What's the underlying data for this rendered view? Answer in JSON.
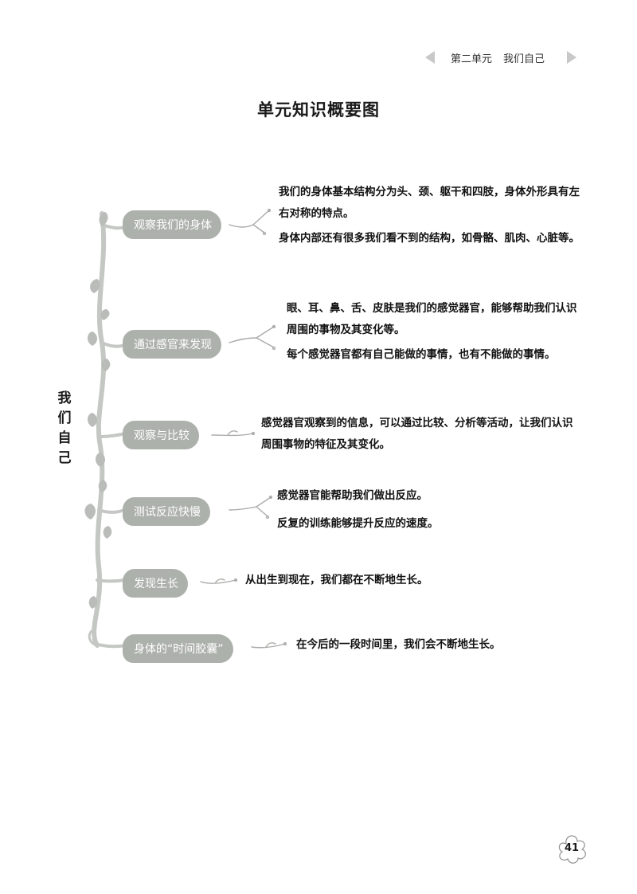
{
  "header": {
    "unit": "第二单元",
    "title": "我们自己"
  },
  "page_title": "单元知识概要图",
  "root": {
    "chars": [
      "我",
      "们",
      "自",
      "己"
    ]
  },
  "nodes": [
    {
      "label": "观察我们的身体",
      "details": [
        "我们的身体基本结构分为头、颈、躯干和四肢，身体外形具有左右对称的特点。",
        "身体内部还有很多我们看不到的结构，如骨骼、肌肉、心脏等。"
      ]
    },
    {
      "label": "通过感官来发现",
      "details": [
        "眼、耳、鼻、舌、皮肤是我们的感觉器官，能够帮助我们认识周围的事物及其变化等。",
        "每个感觉器官都有自己能做的事情，也有不能做的事情。"
      ]
    },
    {
      "label": "观察与比较",
      "details": [
        "感觉器官观察到的信息，可以通过比较、分析等活动，让我们认识周围事物的特征及其变化。"
      ]
    },
    {
      "label": "测试反应快慢",
      "details": [
        "感觉器官能帮助我们做出反应。",
        "反复的训练能够提升反应的速度。"
      ]
    },
    {
      "label": "发现生长",
      "details": [
        "从出生到现在，我们都在不断地生长。"
      ]
    },
    {
      "label": "身体的“时间胶囊”",
      "details": [
        "在今后的一段时间里，我们会不断地生长。"
      ]
    }
  ],
  "page_number": "41"
}
